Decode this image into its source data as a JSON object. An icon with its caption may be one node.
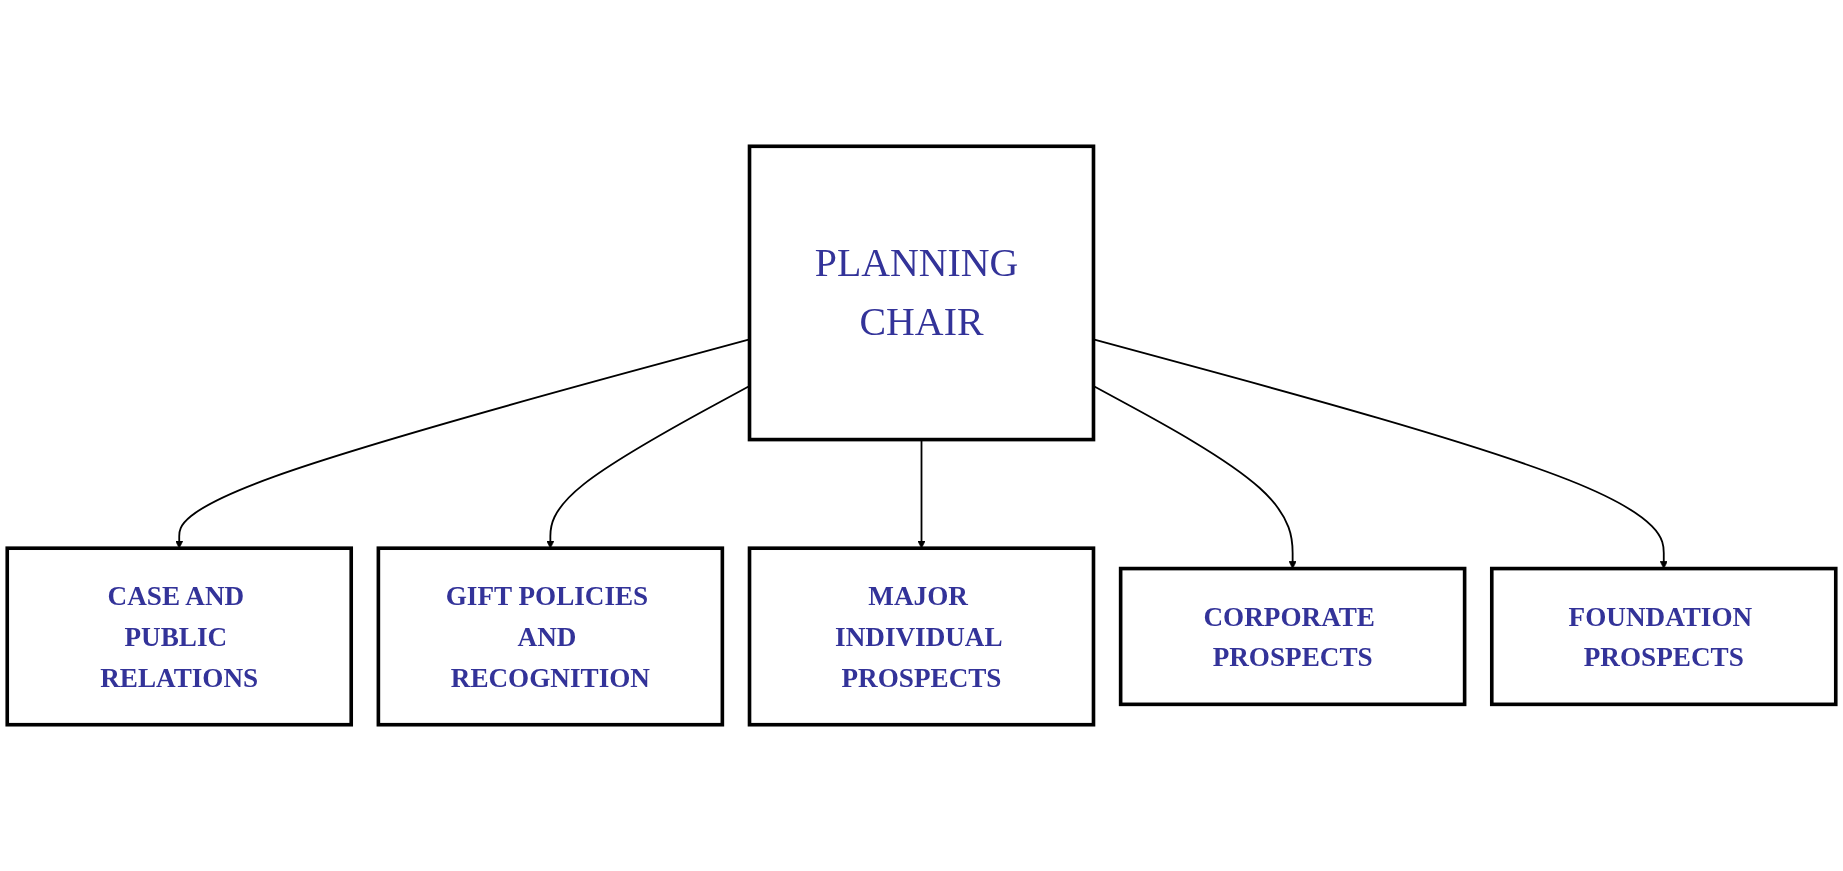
{
  "diagram": {
    "nodes": [
      {
        "text": [
          "PLANNING CHAIR"
        ]
      },
      {
        "text": [
          "CASE AND PUBLIC RELATIONS"
        ]
      },
      {
        "text": [
          "GIFT POLICIES AND RECOGNITION"
        ]
      },
      {
        "text": [
          "MAJOR INDIVIDUAL PROSPECTS"
        ]
      },
      {
        "text": [
          "CORPORATE PROSPECTS"
        ]
      },
      {
        "text": [
          "FOUNDATION PROSPECTS"
        ]
      }
    ],
    "edges": [
      {
        "from": 0,
        "to": 1,
        "arrow": "to"
      },
      {
        "from": 0,
        "to": 2,
        "arrow": "to"
      },
      {
        "from": 0,
        "to": 3,
        "arrow": "to"
      },
      {
        "from": 0,
        "to": 4,
        "arrow": "to"
      },
      {
        "from": 0,
        "to": 5,
        "arrow": "to"
      }
    ]
  }
}
